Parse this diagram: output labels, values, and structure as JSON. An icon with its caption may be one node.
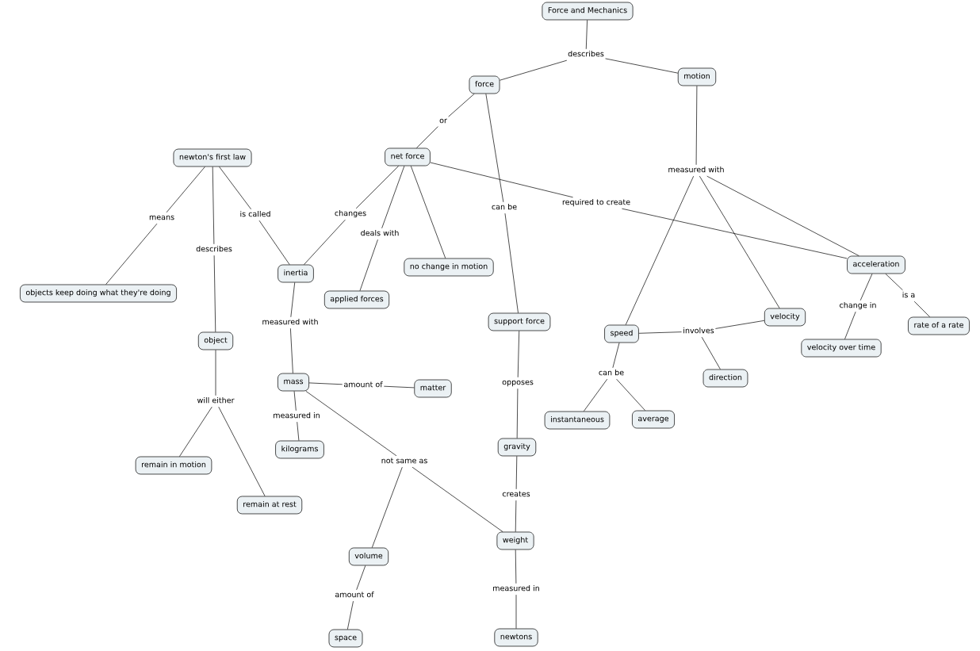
{
  "diagram": {
    "nodes": [
      {
        "text": [
          "Force and Mechanics"
        ]
      },
      {
        "text": [
          "describes"
        ]
      },
      {
        "text": [
          "force"
        ]
      },
      {
        "text": [
          "motion"
        ]
      },
      {
        "text": [
          "or"
        ]
      },
      {
        "text": [
          "net force"
        ]
      },
      {
        "text": [
          "can be"
        ]
      },
      {
        "text": [
          "support force"
        ]
      },
      {
        "text": [
          "opposes"
        ]
      },
      {
        "text": [
          "gravity"
        ]
      },
      {
        "text": [
          "creates"
        ]
      },
      {
        "text": [
          "weight"
        ]
      },
      {
        "text": [
          "measured in"
        ]
      },
      {
        "text": [
          "newtons"
        ]
      },
      {
        "text": [
          "newton's first law"
        ]
      },
      {
        "text": [
          "means"
        ]
      },
      {
        "text": [
          "objects keep doing what they're doing"
        ]
      },
      {
        "text": [
          "describes"
        ]
      },
      {
        "text": [
          "object"
        ]
      },
      {
        "text": [
          "will either"
        ]
      },
      {
        "text": [
          "remain in motion"
        ]
      },
      {
        "text": [
          "remain at rest"
        ]
      },
      {
        "text": [
          "is called"
        ]
      },
      {
        "text": [
          "inertia"
        ]
      },
      {
        "text": [
          "changes"
        ]
      },
      {
        "text": [
          "deals with"
        ]
      },
      {
        "text": [
          "applied forces"
        ]
      },
      {
        "text": [
          "no change in motion"
        ]
      },
      {
        "text": [
          "required to create"
        ]
      },
      {
        "text": [
          "measured with"
        ]
      },
      {
        "text": [
          "mass"
        ]
      },
      {
        "text": [
          "amount of"
        ]
      },
      {
        "text": [
          "matter"
        ]
      },
      {
        "text": [
          "measured in"
        ]
      },
      {
        "text": [
          "kilograms"
        ]
      },
      {
        "text": [
          "not same as"
        ]
      },
      {
        "text": [
          "volume"
        ]
      },
      {
        "text": [
          "amount of"
        ]
      },
      {
        "text": [
          "space"
        ]
      },
      {
        "text": [
          "measured with"
        ]
      },
      {
        "text": [
          "speed"
        ]
      },
      {
        "text": [
          "velocity"
        ]
      },
      {
        "text": [
          "acceleration"
        ]
      },
      {
        "text": [
          "involves"
        ]
      },
      {
        "text": [
          "direction"
        ]
      },
      {
        "text": [
          "can be"
        ]
      },
      {
        "text": [
          "instantaneous"
        ]
      },
      {
        "text": [
          "average"
        ]
      },
      {
        "text": [
          "change in"
        ]
      },
      {
        "text": [
          "velocity over time"
        ]
      },
      {
        "text": [
          "is a"
        ]
      },
      {
        "text": [
          "rate of a rate"
        ]
      }
    ],
    "edges": [
      {
        "from": 0,
        "to": 1,
        "arrow": "none"
      },
      {
        "from": 1,
        "to": 2,
        "arrow": "none"
      },
      {
        "from": 1,
        "to": 3,
        "arrow": "none"
      },
      {
        "from": 2,
        "to": 4,
        "arrow": "none"
      },
      {
        "from": 4,
        "to": 5,
        "arrow": "none"
      },
      {
        "from": 2,
        "to": 6,
        "arrow": "none"
      },
      {
        "from": 6,
        "to": 7,
        "arrow": "none"
      },
      {
        "from": 7,
        "to": 8,
        "arrow": "none"
      },
      {
        "from": 8,
        "to": 9,
        "arrow": "none"
      },
      {
        "from": 9,
        "to": 10,
        "arrow": "none"
      },
      {
        "from": 10,
        "to": 11,
        "arrow": "none"
      },
      {
        "from": 11,
        "to": 12,
        "arrow": "none"
      },
      {
        "from": 12,
        "to": 13,
        "arrow": "none"
      },
      {
        "from": 14,
        "to": 15,
        "arrow": "none"
      },
      {
        "from": 15,
        "to": 16,
        "arrow": "none"
      },
      {
        "from": 14,
        "to": 17,
        "arrow": "none"
      },
      {
        "from": 17,
        "to": 18,
        "arrow": "none"
      },
      {
        "from": 18,
        "to": 19,
        "arrow": "none"
      },
      {
        "from": 19,
        "to": 20,
        "arrow": "none"
      },
      {
        "from": 19,
        "to": 21,
        "arrow": "none"
      },
      {
        "from": 14,
        "to": 22,
        "arrow": "none"
      },
      {
        "from": 22,
        "to": 23,
        "arrow": "none"
      },
      {
        "from": 5,
        "to": 24,
        "arrow": "none"
      },
      {
        "from": 24,
        "to": 23,
        "arrow": "none"
      },
      {
        "from": 5,
        "to": 25,
        "arrow": "none"
      },
      {
        "from": 25,
        "to": 26,
        "arrow": "none"
      },
      {
        "from": 5,
        "to": 27,
        "arrow": "none"
      },
      {
        "from": 5,
        "to": 28,
        "arrow": "none"
      },
      {
        "from": 28,
        "to": 42,
        "arrow": "none"
      },
      {
        "from": 23,
        "to": 29,
        "arrow": "none"
      },
      {
        "from": 29,
        "to": 30,
        "arrow": "none"
      },
      {
        "from": 30,
        "to": 31,
        "arrow": "none"
      },
      {
        "from": 31,
        "to": 32,
        "arrow": "none"
      },
      {
        "from": 30,
        "to": 33,
        "arrow": "none"
      },
      {
        "from": 33,
        "to": 34,
        "arrow": "none"
      },
      {
        "from": 30,
        "to": 35,
        "arrow": "none"
      },
      {
        "from": 35,
        "to": 36,
        "arrow": "none"
      },
      {
        "from": 35,
        "to": 11,
        "arrow": "none"
      },
      {
        "from": 36,
        "to": 37,
        "arrow": "none"
      },
      {
        "from": 37,
        "to": 38,
        "arrow": "none"
      },
      {
        "from": 3,
        "to": 39,
        "arrow": "none"
      },
      {
        "from": 39,
        "to": 40,
        "arrow": "none"
      },
      {
        "from": 39,
        "to": 41,
        "arrow": "none"
      },
      {
        "from": 39,
        "to": 42,
        "arrow": "none"
      },
      {
        "from": 40,
        "to": 43,
        "arrow": "none"
      },
      {
        "from": 43,
        "to": 41,
        "arrow": "none"
      },
      {
        "from": 43,
        "to": 44,
        "arrow": "none"
      },
      {
        "from": 40,
        "to": 45,
        "arrow": "none"
      },
      {
        "from": 45,
        "to": 46,
        "arrow": "none"
      },
      {
        "from": 45,
        "to": 47,
        "arrow": "none"
      },
      {
        "from": 42,
        "to": 48,
        "arrow": "none"
      },
      {
        "from": 48,
        "to": 49,
        "arrow": "none"
      },
      {
        "from": 42,
        "to": 50,
        "arrow": "none"
      },
      {
        "from": 50,
        "to": 51,
        "arrow": "none"
      }
    ]
  }
}
